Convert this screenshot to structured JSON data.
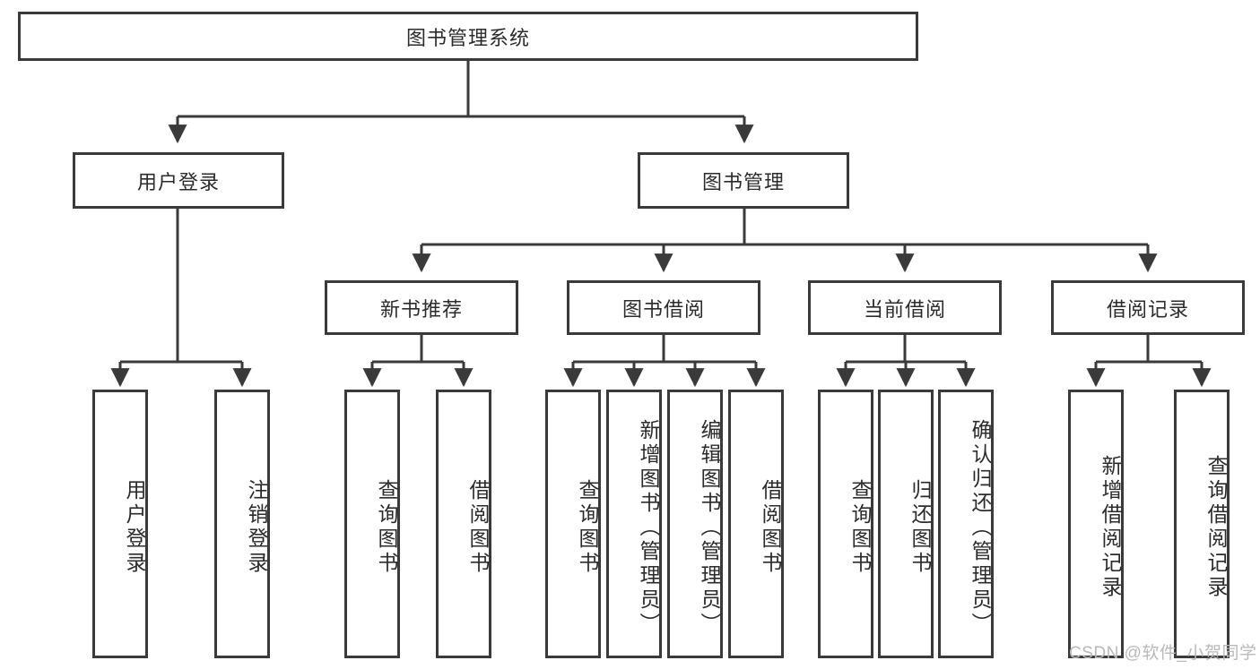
{
  "diagram": {
    "type": "tree",
    "title": "图书管理系统",
    "root": {
      "label": "图书管理系统"
    },
    "level2": [
      {
        "label": "用户登录"
      },
      {
        "label": "图书管理"
      }
    ],
    "level3": [
      {
        "label": "新书推荐"
      },
      {
        "label": "图书借阅"
      },
      {
        "label": "当前借阅"
      },
      {
        "label": "借阅记录"
      }
    ],
    "leaves": {
      "user_login": [
        {
          "label": "用户登录"
        },
        {
          "label": "注销登录"
        }
      ],
      "new_book_recommend": [
        {
          "label": "查询图书"
        },
        {
          "label": "借阅图书"
        }
      ],
      "book_borrow": [
        {
          "label": "查询图书"
        },
        {
          "label": "新增图书（管理员）"
        },
        {
          "label": "编辑图书（管理员）"
        },
        {
          "label": "借阅图书"
        }
      ],
      "current_borrow": [
        {
          "label": "查询图书"
        },
        {
          "label": "归还图书"
        },
        {
          "label": "确认归还（管理员）"
        }
      ],
      "borrow_record": [
        {
          "label": "新增借阅记录"
        },
        {
          "label": "查询借阅记录"
        }
      ]
    },
    "watermark": "CSDN @软件_小贺同学",
    "colors": {
      "stroke": "#3a3a3a",
      "fill": "#ffffff",
      "text": "#2b2b2b",
      "watermark": "#b9b9b9"
    }
  }
}
